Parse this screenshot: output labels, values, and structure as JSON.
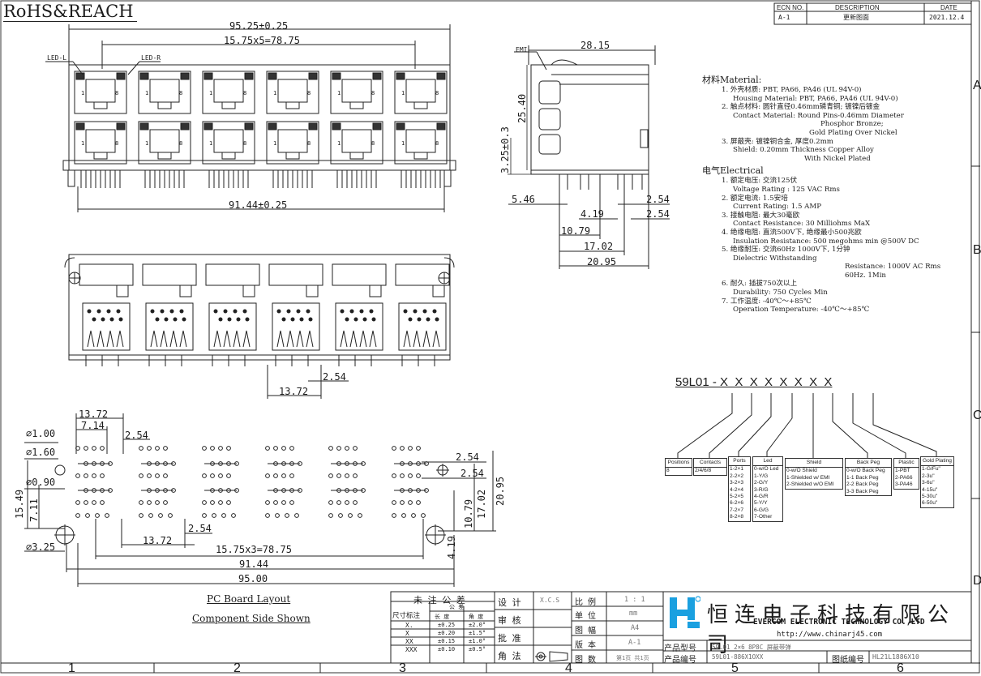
{
  "header": {
    "compliance": "RoHS&REACH"
  },
  "revision_table": {
    "headers": [
      "ECN NO.",
      "DESCRIPTION",
      "DATE"
    ],
    "row": [
      "A-1",
      "更新图面",
      "2021.12.4"
    ]
  },
  "zones": {
    "columns": [
      "1",
      "2",
      "3",
      "4",
      "5",
      "6"
    ],
    "rows": [
      "A",
      "B",
      "C",
      "D"
    ]
  },
  "front_view": {
    "total_width": "95.25±0.25",
    "pitch": "15.75x5=78.75",
    "pin_span": "91.44±0.25",
    "led_left": "LED-L",
    "led_right": "LED-R",
    "port_pin_first": "1",
    "port_pin_last": "8"
  },
  "side_view": {
    "label_emi": "EMI",
    "depth": "28.15",
    "height": "25.40",
    "standoff": "3.25±0.3",
    "d1": "5.46",
    "d2": "2.54",
    "d3": "4.19",
    "d4": "2.54",
    "d5": "10.79",
    "d6": "17.02",
    "d7": "20.95"
  },
  "rear_view": {
    "d1": "2.54",
    "d2": "13.72"
  },
  "pcb_layout": {
    "d_13_72_top": "13.72",
    "d_7_14": "7.14",
    "d_2_54_top": "2.54",
    "dia_1": "⌀1.00",
    "dia_2": "⌀1.60",
    "dia_3": "⌀0.90",
    "dia_4": "⌀3.25",
    "left_15_49": "15.49",
    "left_7_11": "7.11",
    "right_2_54_a": "2.54",
    "right_2_54_b": "2.54",
    "right_10_79": "10.79",
    "right_17_02": "17.02",
    "right_20_95": "20.95",
    "right_4_19": "4.19",
    "bottom_13_72": "13.72",
    "bottom_2_54": "2.54",
    "pitch_bottom": "15.75x3=78.75",
    "span_91_44": "91.44",
    "span_95_00": "95.00",
    "caption_1": "PC Board Layout",
    "caption_2": "Component Side Shown"
  },
  "materials": {
    "title": "材料Material:",
    "lines": [
      {
        "cls": "l1",
        "text": "1. 外壳材质: PBT, PA66, PA46 (UL 94V-0)"
      },
      {
        "cls": "l2",
        "text": "Housing Material: PBT, PA66, PA46 (UL 94V-0)"
      },
      {
        "cls": "l1",
        "text": "2. 触点材料: 圆针直径0.46mm磷青铜; 镀镍后镀金"
      },
      {
        "cls": "l2",
        "text": "Contact Material: Round Pins-0.46mm Diameter"
      },
      {
        "cls": "l4",
        "text": "Phosphor Bronze;"
      },
      {
        "cls": "l3",
        "text": "Gold Plating Over Nickel"
      },
      {
        "cls": "l1",
        "text": "3. 屏蔽壳: 镀镍铜合金, 厚度0.2mm"
      },
      {
        "cls": "l2",
        "text": "Shield: 0.20mm Thickness Copper Alloy"
      },
      {
        "cls": "l5",
        "text": "With Nickel Plated"
      }
    ]
  },
  "electrical": {
    "title": "电气Electrical",
    "lines": [
      {
        "cls": "l1",
        "text": "1. 额定电压: 交流125伏"
      },
      {
        "cls": "l2",
        "text": "Voltage Rating : 125 VAC Rms"
      },
      {
        "cls": "l1",
        "text": "2. 额定电流: 1.5安培"
      },
      {
        "cls": "l2",
        "text": "Current Rating: 1.5 AMP"
      },
      {
        "cls": "l1",
        "text": "3. 接触电阻: 最大30毫欧"
      },
      {
        "cls": "l2",
        "text": "Contact Resistance: 30 Milliohms MaX"
      },
      {
        "cls": "l1",
        "text": "4. 绝缘电阻: 直流500V下, 绝缘最小500兆欧"
      },
      {
        "cls": "l2",
        "text": "Insulation Resistance: 500 megohms min @500V DC"
      },
      {
        "cls": "l1",
        "text": "5. 绝缘耐压: 交流60Hz 1000V下, 1分钟"
      },
      {
        "cls": "l2",
        "text": "Dielectric Withstanding"
      },
      {
        "cls": "l7",
        "text": "Resistance: 1000V AC Rms 60Hz. 1Min"
      },
      {
        "cls": "l1",
        "text": "6. 耐久: 插拔750次以上"
      },
      {
        "cls": "l2",
        "text": "Durability: 750 Cycles Min"
      },
      {
        "cls": "l1",
        "text": "7. 工作温度: -40℃～+85℃"
      },
      {
        "cls": "l2",
        "text": "Operation Temperature: -40℃～+85℃"
      }
    ]
  },
  "part_code": {
    "code": "59L01 - X  X  X  X  X  X  X  X",
    "options": [
      {
        "title": "Positions",
        "rows": [
          "8"
        ]
      },
      {
        "title": "Contacts",
        "rows": [
          "2/4/6/8"
        ]
      },
      {
        "title": "Ports",
        "rows": [
          "1-2×1",
          "2-2×2",
          "3-2×3",
          "4-2×4",
          "5-2×5",
          "6-2×6",
          "7-2×7",
          "8-2×8"
        ]
      },
      {
        "title": "Led",
        "rows": [
          "0-w/O Led",
          "1-Y/G",
          "2-G/Y",
          "3-R/G",
          "4-G/R",
          "5-Y/Y",
          "6-G/G",
          "7-Other"
        ]
      },
      {
        "title": "Shield",
        "rows": [
          "0-w/O Shield",
          "1-Shielded w/ EMI",
          "2-Shielded w/O EMI"
        ]
      },
      {
        "title": "Back Peg",
        "rows": [
          "0-w/O Back Peg",
          "1-1 Back Peg",
          "2-2 Back Peg",
          "3-3 Back Peg"
        ]
      },
      {
        "title": "Plastic",
        "rows": [
          "1-PBT",
          "2-PA66",
          "3-PA46"
        ]
      },
      {
        "title": "Gold Plating",
        "rows": [
          "1-G/Fu\"",
          "2-3u\"",
          "3-6u\"",
          "4-15u\"",
          "5-30u\"",
          "6-50u\""
        ]
      }
    ]
  },
  "title_block": {
    "tol_header": "未 注 公 差",
    "tol_cols": [
      "尺寸标注",
      "公 差",
      "长 度",
      "角 度"
    ],
    "tol_rows": [
      [
        "X.",
        "±0.25",
        "±2.0°"
      ],
      [
        "X",
        "±0.20",
        "±1.5°"
      ],
      [
        "XX",
        "±0.15",
        "±1.0°"
      ],
      [
        "XXX",
        "±0.10",
        "±0.5°"
      ]
    ],
    "design_label": "设 计",
    "design_value": "X.C.S",
    "review_label": "审 核",
    "approve_label": "批 准",
    "projection_label": "角 法",
    "scale_label": "比 例",
    "scale_value": "1 : 1",
    "unit_label": "单 位",
    "unit_value": "mm",
    "size_label": "图 幅",
    "size_value": "A4",
    "version_label": "版 本",
    "version_value": "A-1",
    "sheets_label": "图 数",
    "sheets_value": "第1页 共1页",
    "logo_letter": "H",
    "company_cn": "恒连电子科技有限公司",
    "company_en": "EVERCOM ELECTRONIC TECHNOLOGY CO.,LTD",
    "url": "http://www.chinarj45.com",
    "model_label": "产品型号",
    "model_value": "59L01 2×6 8P8C 屏蔽带弹",
    "code_label": "产品编号",
    "code_value": "59L01-886X1OXX",
    "drawing_no_label": "图纸编号",
    "drawing_no_value": "HL21L1886X10"
  }
}
